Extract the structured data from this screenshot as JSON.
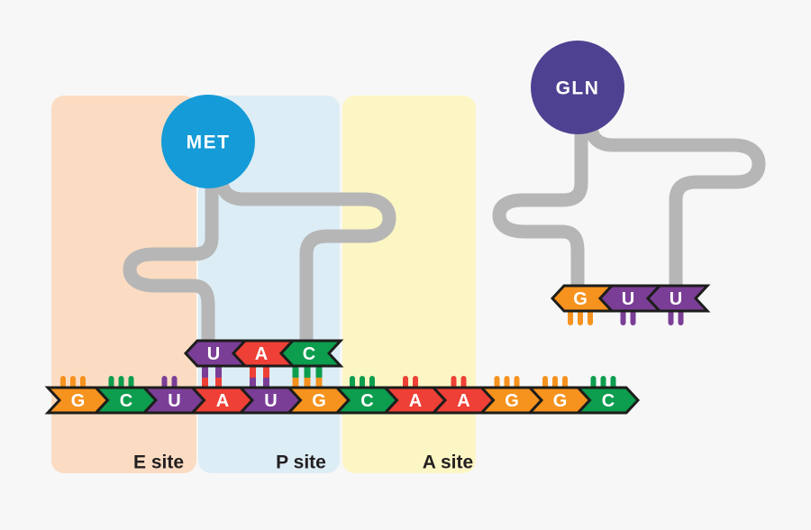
{
  "palette": {
    "background": "#f7f7f7",
    "e_site_band": "#fbdcc2",
    "p_site_band": "#dcedf6",
    "a_site_band": "#fcf6c4",
    "trna_backbone": "#b7b6b6",
    "chevron_outline": "#1d1d1b",
    "label_text": "#231f20",
    "base_letter": "#ffffff",
    "base_G": "#f6921e",
    "base_C": "#0c9d4e",
    "base_U": "#7b3e97",
    "base_A": "#ee4036",
    "met_circle": "#159bd7",
    "gln_circle": "#4e4191"
  },
  "sites": {
    "e": {
      "label": "E site"
    },
    "p": {
      "label": "P site"
    },
    "a": {
      "label": "A site"
    }
  },
  "mrna": {
    "bases": [
      "G",
      "C",
      "U",
      "A",
      "U",
      "G",
      "C",
      "A",
      "A",
      "G",
      "G",
      "C"
    ]
  },
  "trna_left": {
    "amino_acid": "MET",
    "anticodon": [
      "U",
      "A",
      "C"
    ],
    "paired_mrna_start_index": 3
  },
  "trna_right": {
    "amino_acid": "GLN",
    "anticodon": [
      "G",
      "U",
      "U"
    ]
  },
  "hydrogen_bond_ticks": {
    "G": 3,
    "C": 3,
    "A": 2,
    "U": 2
  }
}
